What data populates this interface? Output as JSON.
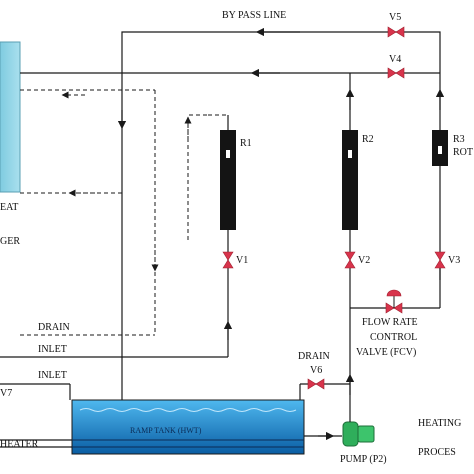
{
  "labels": {
    "bypass_line": "BY PASS LINE",
    "v5": "V5",
    "v4": "V4",
    "v1": "V1",
    "v2": "V2",
    "v3": "V3",
    "v6": "V6",
    "r1": "R1",
    "r2": "R2",
    "r3": "R3",
    "r3_rot": "ROT",
    "heat": "EAT",
    "exchanger": "GER",
    "drain_left": "DRAIN",
    "drain_right": "DRAIN",
    "inlet_mid": "INLET",
    "inlet_low": "INLET",
    "v7_partial": "V7",
    "heater": "HEATER",
    "tank": "RAMP TANK (HWT)",
    "flow_rate": "FLOW RATE",
    "control": "CONTROL",
    "valve_fcv": "VALVE (FCV)",
    "pump": "PUMP (P2)",
    "heating_partial": "HEATING",
    "process_partial": "PROCES"
  },
  "colors": {
    "line": "#1a1a1a",
    "valve": "#d8344c",
    "exchanger": "#8fd3e4",
    "tank_water": "#1c8fd6",
    "tank_dark": "#0b5e9e",
    "pump": "#2fae5b",
    "rotameter": "#141414"
  }
}
